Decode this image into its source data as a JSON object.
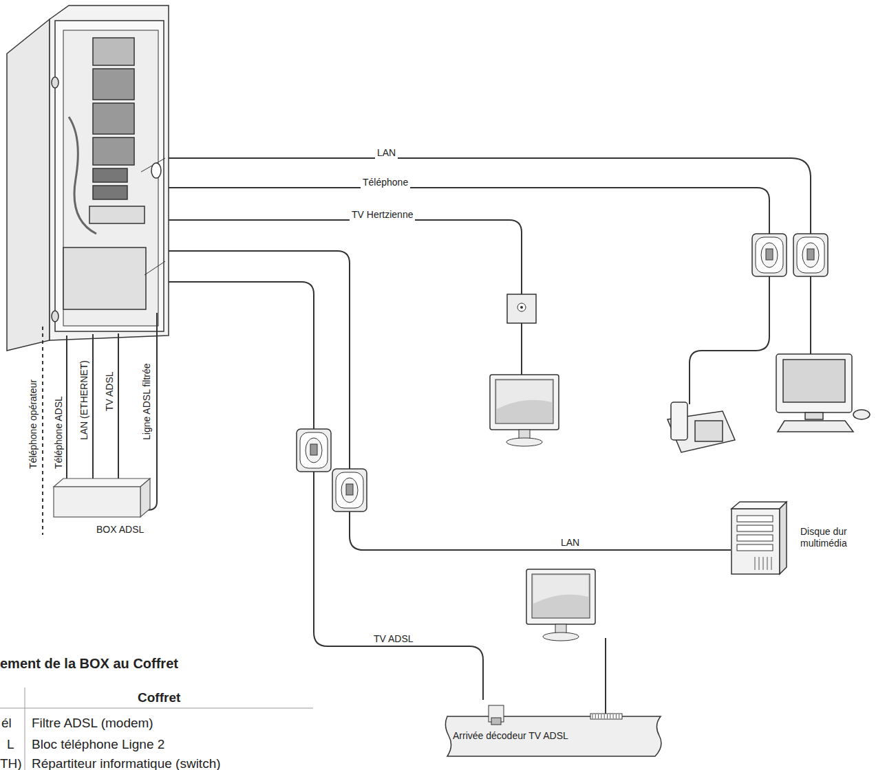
{
  "diagram": {
    "nodes": [
      {
        "text": [
          "BOX ADSL"
        ]
      },
      {
        "text": [
          "Disque dur multimédia"
        ]
      },
      {
        "text": [
          "Arrivée décodeur TV ADSL"
        ]
      }
    ],
    "labels": [
      "LAN",
      "Téléphone",
      "TV Hertzienne",
      "LAN",
      "TV ADSL",
      "Téléphone opérateur",
      "Téléphone ADSL",
      "LAN (ETHERNET)",
      "TV ADSL",
      "Ligne ADSL filtrée",
      "ement de la BOX au Coffret",
      "Coffret",
      "él",
      "Filtre ADSL (modem)",
      "L",
      "Bloc téléphone Ligne 2",
      "TH)",
      "Répartiteur informatique (switch)"
    ]
  }
}
